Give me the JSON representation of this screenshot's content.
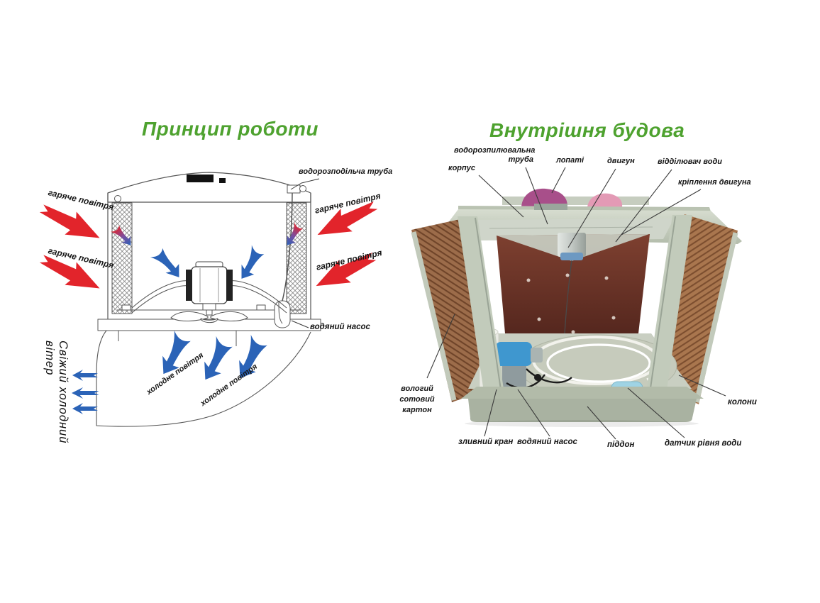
{
  "colors": {
    "title_green": "#4EA22F",
    "hot_air_red": "#E2242B",
    "cold_air_blue": "#2B63B7",
    "pad_brown": "#9C6C4A",
    "back_panel_maroon": "#6E352A",
    "cooler_body_sage": "#BFC8B8",
    "pump_blue": "#3F97CF",
    "label_text": "#151515"
  },
  "left_diagram": {
    "title": "Принцип роботи",
    "labels": {
      "distribution_pipe": "водорозподільча труба",
      "hot_air": "гаряче повітря",
      "water_pump": "водяний насос",
      "cold_air": "холодне повітря",
      "fresh_cold_wind": "Свіжий холодний вітер"
    }
  },
  "right_diagram": {
    "title": "Внутрішня будова",
    "labels": {
      "spray_pipe_line1": "водорозпилювальна",
      "spray_pipe_line2": "труба",
      "housing": "корпус",
      "blades": "лопаті",
      "motor": "двигун",
      "water_separator": "відділювач води",
      "motor_mount": "кріплення двигуна",
      "wet_pad_line1": "вологий",
      "wet_pad_line2": "сотовий",
      "wet_pad_line3": "картон",
      "columns": "колони",
      "drain_valve": "зливний кран",
      "water_pump": "водяний насос",
      "tray": "піддон",
      "water_level_sensor": "датчик рівня води"
    }
  }
}
